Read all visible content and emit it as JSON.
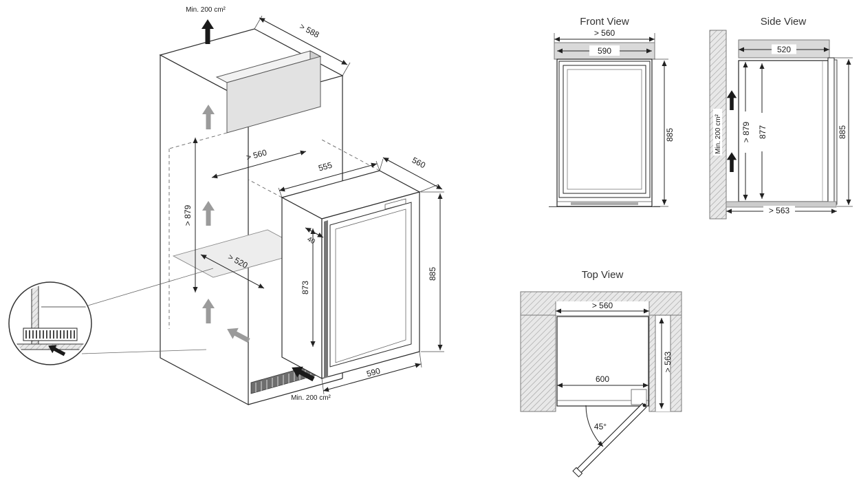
{
  "colors": {
    "line": "#2b2b2b",
    "band_gray": "#d9d9d9",
    "hatch_gray": "#9a9a9a",
    "arrow_gray": "#9b9b9b",
    "arrow_black": "#1a1a1a"
  },
  "iso": {
    "vent_top": "Min. 200 cm²",
    "vent_bottom": "Min. 200 cm²",
    "dim_top_depth": "> 588",
    "niche_width": "> 560",
    "niche_height": "> 879",
    "niche_depth": "> 520",
    "appliance_width": "555",
    "appliance_depth": "560",
    "door_gap": "40",
    "appliance_height": "873",
    "door_height": "885",
    "door_width": "590"
  },
  "front": {
    "title": "Front View",
    "niche_width": "> 560",
    "width": "590",
    "height": "885"
  },
  "side": {
    "title": "Side View",
    "depth": "520",
    "vent": "Min. 200 cm²",
    "niche_height": "> 879",
    "height": "877",
    "door_height": "885",
    "niche_depth": "> 563"
  },
  "top": {
    "title": "Top View",
    "niche_width": "> 560",
    "niche_depth": "> 563",
    "width": "600",
    "angle": "45°"
  }
}
